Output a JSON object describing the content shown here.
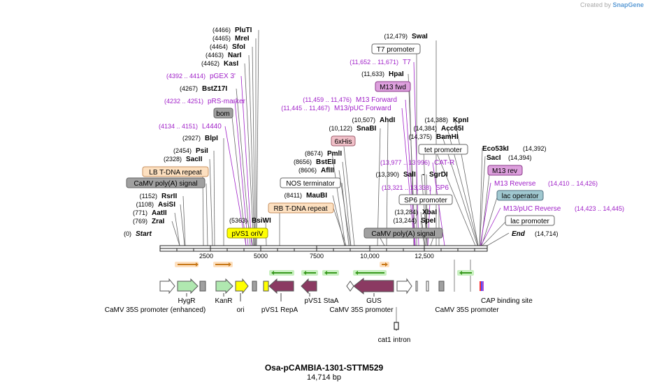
{
  "credit": {
    "prefix": "Created by",
    "brand": "SnapGene"
  },
  "map": {
    "name": "Osa-pCAMBIA-1301-STTM529",
    "length_label": "14,714 bp",
    "ruler_ticks": [
      "2500",
      "5000",
      "7500",
      "10,000",
      "12,500"
    ],
    "start_label": "Start",
    "start_pos": "(0)",
    "end_label": "End",
    "end_pos": "(14,714)"
  },
  "sites": {
    "pluti": {
      "pos": "(4466)",
      "name": "PluTI"
    },
    "mrei": {
      "pos": "(4465)",
      "name": "MreI"
    },
    "sfoi": {
      "pos": "(4464)",
      "name": "SfoI"
    },
    "nari": {
      "pos": "(4463)",
      "name": "NarI"
    },
    "kasi": {
      "pos": "(4462)",
      "name": "KasI"
    },
    "bstz17i": {
      "pos": "(4267)",
      "name": "BstZ17I"
    },
    "blpi": {
      "pos": "(2927)",
      "name": "BlpI"
    },
    "psii": {
      "pos": "(2454)",
      "name": "PsiI"
    },
    "sacii": {
      "pos": "(2328)",
      "name": "SacII"
    },
    "rsrii": {
      "pos": "(1152)",
      "name": "RsrII"
    },
    "asisi": {
      "pos": "(1108)",
      "name": "AsiSI"
    },
    "aatii": {
      "pos": "(771)",
      "name": "AatII"
    },
    "zrai": {
      "pos": "(769)",
      "name": "ZraI"
    },
    "bsiwi": {
      "pos": "(5363)",
      "name": "BsiWI"
    },
    "pmli": {
      "pos": "(8674)",
      "name": "PmlI"
    },
    "bsteii": {
      "pos": "(8656)",
      "name": "BstEII"
    },
    "aflii": {
      "pos": "(8606)",
      "name": "AflII"
    },
    "maubi": {
      "pos": "(8411)",
      "name": "MauBI"
    },
    "ahdi": {
      "pos": "(10,507)",
      "name": "AhdI"
    },
    "snabi": {
      "pos": "(10,122)",
      "name": "SnaBI"
    },
    "swai": {
      "pos": "(12,479)",
      "name": "SwaI"
    },
    "hpai": {
      "pos": "(11,633)",
      "name": "HpaI"
    },
    "sali": {
      "pos": "(13,390)",
      "name": "SalI"
    },
    "sgrdi": {
      "name": "SgrDI"
    },
    "xbai": {
      "pos": "(13,284)",
      "name": "XbaI"
    },
    "spei": {
      "pos": "(13,244)",
      "name": "SpeI"
    },
    "kpni": {
      "pos": "(14,388)",
      "name": "KpnI"
    },
    "acc65i": {
      "pos": "(14,384)",
      "name": "Acc65I"
    },
    "bamhi": {
      "pos": "(14,375)",
      "name": "BamHI"
    },
    "eco53ki": {
      "pos": "(14,392)",
      "name": "Eco53kI"
    },
    "saci": {
      "pos": "(14,394)",
      "name": "SacI"
    }
  },
  "primers": {
    "pgex3": {
      "range": "(4392 .. 4414)",
      "name": "pGEX 3'"
    },
    "prs_marker": {
      "range": "(4232 .. 4251)",
      "name": "pRS-marker"
    },
    "l4440": {
      "range": "(4134 .. 4151)",
      "name": "L4440"
    },
    "t7": {
      "range": "(11,652 .. 11,671)",
      "name": "T7"
    },
    "m13_forward": {
      "range": "(11,459 .. 11,476)",
      "name": "M13 Forward"
    },
    "m13_puc_forward": {
      "range": "(11,445 .. 11,467)",
      "name": "M13/pUC Forward"
    },
    "cat_r": {
      "range": "(13,977 .. 13,996)",
      "name": "CAT-R"
    },
    "sp6": {
      "range": "(13,321 .. 13,338)",
      "name": "SP6"
    },
    "m13_reverse": {
      "name": "M13 Reverse",
      "range": "(14,410 .. 14,426)"
    },
    "m13_puc_reverse": {
      "name": "M13/pUC Reverse",
      "range": "(14,423 .. 14,445)"
    }
  },
  "feature_boxes": {
    "bom": "bom",
    "lb_tdna": "LB T-DNA repeat",
    "camv_polya_1": "CaMV poly(A) signal",
    "pvs1_oriv": "pVS1 oriV",
    "rb_tdna": "RB T-DNA repeat",
    "nos_term": "NOS terminator",
    "his6": "6xHis",
    "t7_promoter": "T7 promoter",
    "m13_fwd": "M13 fwd",
    "tet_promoter": "tet promoter",
    "sp6_promoter": "SP6 promoter",
    "camv_polya_2": "CaMV poly(A) signal",
    "m13_rev": "M13 rev",
    "lac_operator": "lac operator",
    "lac_promoter": "lac promoter"
  },
  "features_below": {
    "camv35s_enh": "CaMV 35S promoter (enhanced)",
    "hygr": "HygR",
    "kanr": "KanR",
    "ori": "ori",
    "pvs1_repa": "pVS1 RepA",
    "pvs1_staa": "pVS1 StaA",
    "camv35s_1": "CaMV 35S promoter",
    "gus": "GUS",
    "camv35s_2": "CaMV 35S promoter",
    "cap_site": "CAP binding site",
    "cat1_intron": "cat1 intron"
  },
  "colors": {
    "primer": "#a020c8",
    "marker": "#b0e8b0",
    "origin": "#ffff00",
    "repa": "#8b3a62",
    "orf": "#f0a040",
    "terminator": "#a0a0a0",
    "promoter": "#ffffff",
    "tdna": "#fde0c0",
    "fwd_box": "#dda0dd",
    "his_box": "#f0c0c8",
    "operator": "#a0c8d0"
  }
}
